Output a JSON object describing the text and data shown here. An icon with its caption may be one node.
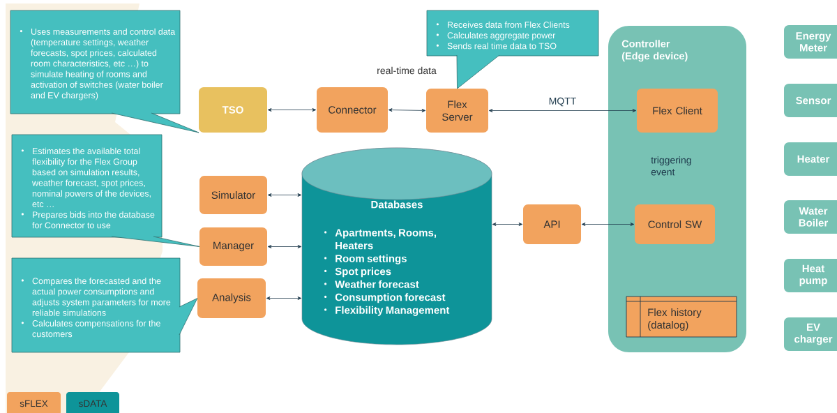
{
  "diagram": {
    "nodes": [
      {
        "text": [
          "Uses measurements and control data (temperature settings, weather forecasts, spot prices, calculated room characteristics, etc …) to simulate heating of rooms and activation of switches (water boiler and EV chargers)"
        ]
      },
      {
        "text": [
          "Estimates the available total flexibility for the Flex Group based on simulation results, weather forecast, spot prices, nominal powers of the devices, etc …",
          "Prepares bids into the database for Connector to use"
        ]
      },
      {
        "text": [
          "Compares the forecasted and the actual power consumptions and adjusts system parameters for more reliable simulations",
          "Calculates compensations for the customers"
        ]
      },
      {
        "text": [
          "Receives data from Flex Clients",
          "Calculates aggregate power",
          "Sends real time data to TSO"
        ]
      },
      {
        "text": [
          "TSO"
        ]
      },
      {
        "text": [
          "Connector"
        ]
      },
      {
        "text": [
          "Flex Server"
        ]
      },
      {
        "text": [
          "Simulator"
        ]
      },
      {
        "text": [
          "Manager"
        ]
      },
      {
        "text": [
          "Analysis"
        ]
      },
      {
        "text": [
          "Databases",
          "Apartments, Rooms, Heaters",
          "Room settings",
          "Spot prices",
          "Weather forecast",
          "Consumption forecast",
          "Flexibility Management"
        ]
      },
      {
        "text": [
          "API"
        ]
      },
      {
        "text": [
          "Controller (Edge device)"
        ]
      },
      {
        "text": [
          "Flex Client"
        ],
        "in": 12
      },
      {
        "text": [
          "Control SW"
        ],
        "in": 12
      },
      {
        "text": [
          "Flex history (datalog)"
        ],
        "in": 12
      },
      {
        "text": [
          "Energy Meter"
        ]
      },
      {
        "text": [
          "Sensor"
        ]
      },
      {
        "text": [
          "Heater"
        ]
      },
      {
        "text": [
          "Water Boiler"
        ]
      },
      {
        "text": [
          "Heat pump"
        ]
      },
      {
        "text": [
          "EV charger"
        ]
      }
    ],
    "edges": [
      {
        "from": 4,
        "to": 5,
        "arrow": "both"
      },
      {
        "from": 5,
        "to": 6,
        "arrow": "both"
      },
      {
        "from": 6,
        "to": 13,
        "arrow": "both",
        "label": "MQTT"
      },
      {
        "from": 7,
        "to": 10,
        "arrow": "both"
      },
      {
        "from": 8,
        "to": 10,
        "arrow": "both"
      },
      {
        "from": 9,
        "to": 10,
        "arrow": "both"
      },
      {
        "from": 10,
        "to": 11,
        "arrow": "both"
      },
      {
        "from": 11,
        "to": 14,
        "arrow": "both"
      }
    ],
    "labels": [
      "real-time data",
      "triggering event"
    ],
    "legend": [
      {
        "text": "sFLEX",
        "color": "#f2a35e"
      },
      {
        "text": "sDATA",
        "color": "#0e9499"
      }
    ]
  }
}
